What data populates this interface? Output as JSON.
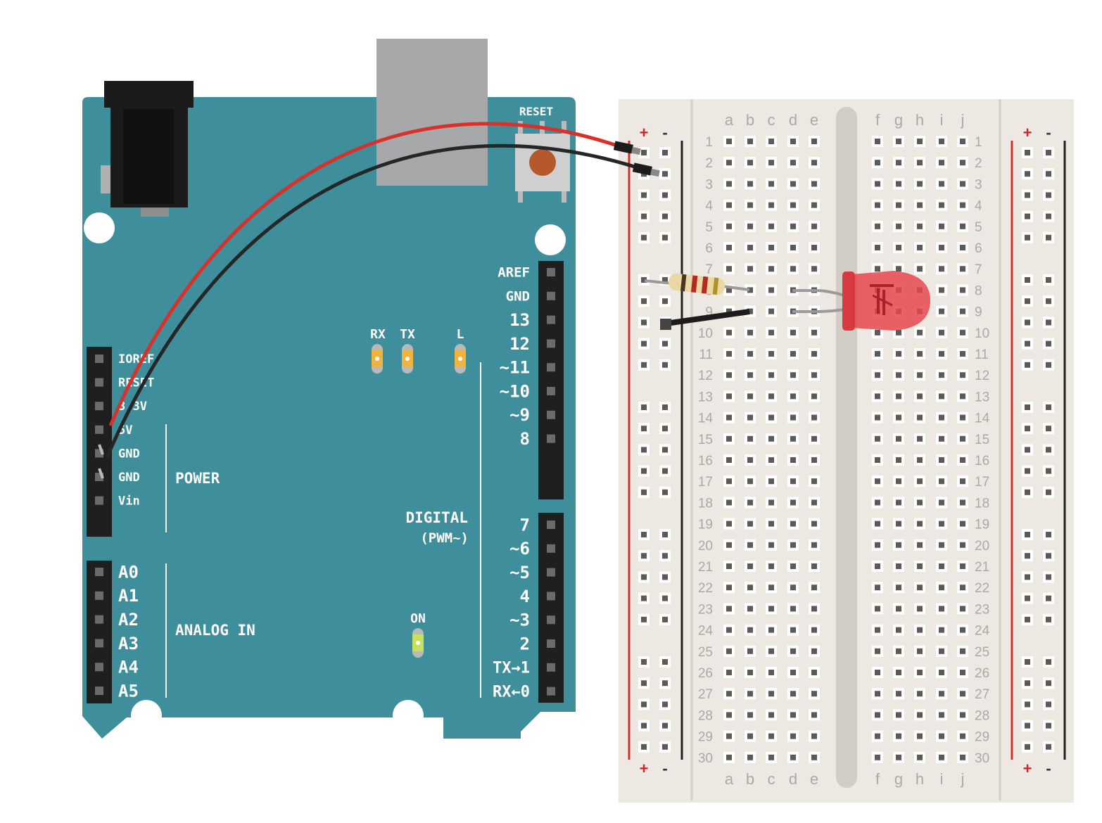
{
  "arduino": {
    "reset_label": "RESET",
    "led_labels": {
      "rx": "RX",
      "tx": "TX",
      "l": "L",
      "on": "ON"
    },
    "power_pins": [
      "IOREF",
      "RESET",
      "3.3V",
      "5V",
      "GND",
      "GND",
      "Vin"
    ],
    "power_header_label": "POWER",
    "analog_pins": [
      "A0",
      "A1",
      "A2",
      "A3",
      "A4",
      "A5"
    ],
    "analog_header_label": "ANALOG IN",
    "digital_upper_pins": [
      "AREF",
      "GND",
      "13",
      "12",
      "~11",
      "~10",
      "~9",
      "8"
    ],
    "digital_lower_pins": [
      "7",
      "~6",
      "~5",
      "4",
      "~3",
      "2",
      "TX→1",
      "RX←0"
    ],
    "digital_header_label": "DIGITAL",
    "digital_header_sublabel": "(PWM~)",
    "colors": {
      "board": "#3f8e9b",
      "header": "#1f1f1f",
      "usb": "#a7a8aa",
      "led_amber": "#f0b43c",
      "led_on": "#c8e05a"
    }
  },
  "breadboard": {
    "columns_left": [
      "a",
      "b",
      "c",
      "d",
      "e"
    ],
    "columns_right": [
      "f",
      "g",
      "h",
      "i",
      "j"
    ],
    "rows": [
      "1",
      "2",
      "3",
      "4",
      "5",
      "6",
      "7",
      "8",
      "9",
      "10",
      "11",
      "12",
      "13",
      "14",
      "15",
      "16",
      "17",
      "18",
      "19",
      "20",
      "21",
      "22",
      "23",
      "24",
      "25",
      "26",
      "27",
      "28",
      "29",
      "30"
    ],
    "rail_plus": "+",
    "rail_minus": "-",
    "colors": {
      "body": "#ede9e2",
      "hole": "#5a5a5a",
      "rail_red": "#d0302a",
      "rail_black": "#222222"
    }
  },
  "components": {
    "wire_colors": {
      "power": "#d9302a",
      "ground": "#262626",
      "short_jumper": "#1c1c1c"
    },
    "led_color": "#e5474b",
    "resistor_body": "#e9d7a4"
  }
}
